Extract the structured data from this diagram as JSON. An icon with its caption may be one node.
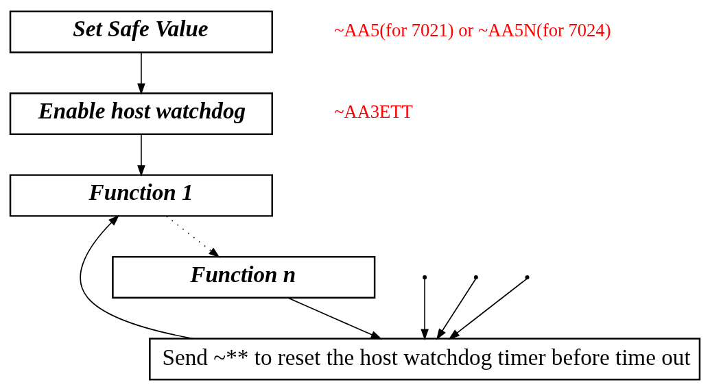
{
  "diagram": {
    "nodes": [
      {
        "text": [
          "Set Safe Value"
        ],
        "beside": [
          "~AA5(for 7021) or ~AA5N(for 7024)"
        ]
      },
      {
        "text": [
          "Enable host watchdog"
        ],
        "beside": [
          "~AA3ETT"
        ]
      },
      {
        "text": [
          "Send ~** to reset the host watchdog timer before time out"
        ]
      },
      {
        "text": [
          "Function 1"
        ]
      },
      {
        "text": [
          "Function n"
        ]
      }
    ],
    "edges": [
      {
        "from": 0,
        "to": 1,
        "arrow": "to"
      },
      {
        "from": 1,
        "to": 3,
        "arrow": "to"
      },
      {
        "from": 2,
        "to": 3,
        "arrow": "to"
      },
      {
        "from": 3,
        "to": 4,
        "arrow": "to",
        "style": "dashed"
      },
      {
        "from": null,
        "to": 2,
        "arrow": "to"
      },
      {
        "from": null,
        "to": 2,
        "arrow": "to"
      },
      {
        "from": null,
        "to": 2,
        "arrow": "to"
      },
      {
        "from": 4,
        "to": 2,
        "arrow": "to"
      }
    ]
  }
}
